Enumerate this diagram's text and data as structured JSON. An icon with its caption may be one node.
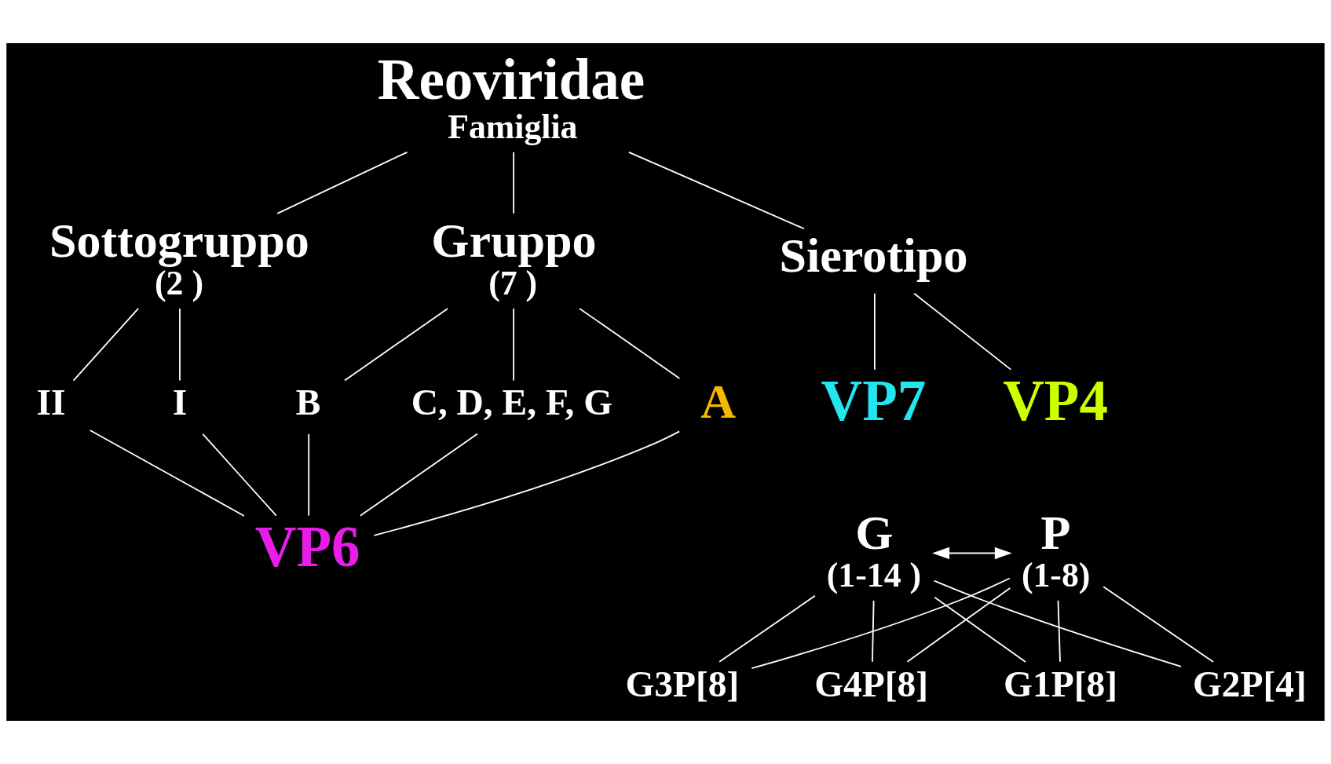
{
  "diagram": {
    "nodes": [
      {
        "text": [
          "Reoviridae",
          "Famiglia"
        ]
      },
      {
        "text": [
          "Gruppo",
          "(7 )"
        ]
      },
      {
        "text": [
          "Sottogruppo",
          "(2 )"
        ]
      },
      {
        "text": [
          "Sierotipo"
        ]
      },
      {
        "text": [
          "A"
        ]
      },
      {
        "text": [
          "B"
        ]
      },
      {
        "text": [
          "C, D, E, F, G"
        ]
      },
      {
        "text": [
          "I"
        ]
      },
      {
        "text": [
          "II"
        ]
      },
      {
        "text": [
          "VP6"
        ]
      },
      {
        "text": [
          "VP7"
        ]
      },
      {
        "text": [
          "VP4"
        ]
      },
      {
        "text": [
          "G",
          "(1-14 )"
        ]
      },
      {
        "text": [
          "P",
          "(1-8)"
        ]
      },
      {
        "text": [
          "G1P[8]"
        ]
      },
      {
        "text": [
          "G2P[4]"
        ]
      },
      {
        "text": [
          "G3P[8]"
        ]
      },
      {
        "text": [
          "G4P[8]"
        ]
      }
    ],
    "edges": [
      {
        "from": 0,
        "to": 1,
        "arrow": "none"
      },
      {
        "from": 0,
        "to": 2,
        "arrow": "none"
      },
      {
        "from": 0,
        "to": 3,
        "arrow": "none"
      },
      {
        "from": 1,
        "to": 4,
        "arrow": "none"
      },
      {
        "from": 1,
        "to": 5,
        "arrow": "none"
      },
      {
        "from": 1,
        "to": 6,
        "arrow": "none"
      },
      {
        "from": 2,
        "to": 7,
        "arrow": "none"
      },
      {
        "from": 2,
        "to": 8,
        "arrow": "none"
      },
      {
        "from": 4,
        "to": 9,
        "arrow": "none"
      },
      {
        "from": 5,
        "to": 9,
        "arrow": "none"
      },
      {
        "from": 6,
        "to": 9,
        "arrow": "none"
      },
      {
        "from": 7,
        "to": 9,
        "arrow": "none"
      },
      {
        "from": 8,
        "to": 9,
        "arrow": "none"
      },
      {
        "from": 3,
        "to": 10,
        "arrow": "none"
      },
      {
        "from": 3,
        "to": 11,
        "arrow": "none"
      },
      {
        "from": 12,
        "to": 13,
        "arrow": "both"
      },
      {
        "from": 12,
        "to": 14,
        "arrow": "none"
      },
      {
        "from": 12,
        "to": 15,
        "arrow": "none"
      },
      {
        "from": 12,
        "to": 16,
        "arrow": "none"
      },
      {
        "from": 12,
        "to": 17,
        "arrow": "none"
      },
      {
        "from": 13,
        "to": 14,
        "arrow": "none"
      },
      {
        "from": 13,
        "to": 15,
        "arrow": "none"
      },
      {
        "from": 13,
        "to": 16,
        "arrow": "none"
      },
      {
        "from": 13,
        "to": 17,
        "arrow": "none"
      }
    ]
  }
}
